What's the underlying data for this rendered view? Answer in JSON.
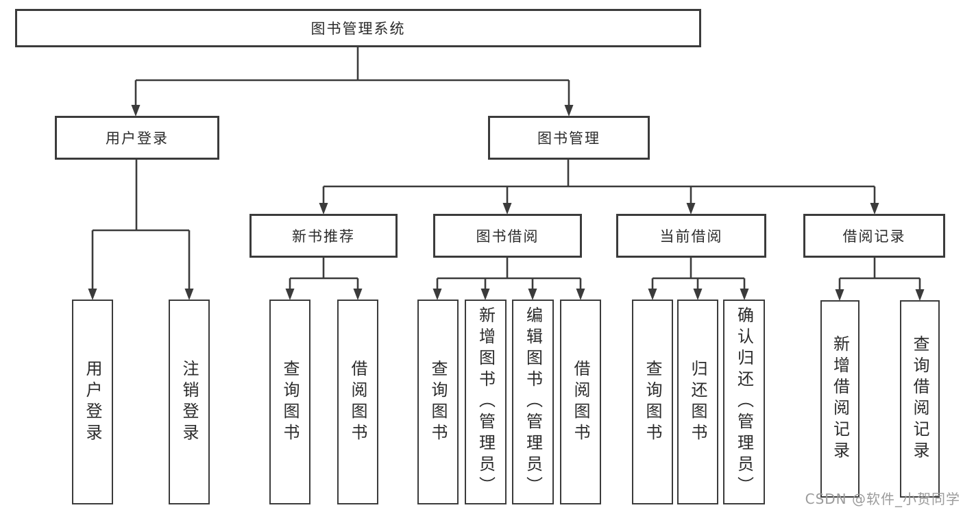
{
  "colors": {
    "line": "#3b3b3b",
    "text": "#2b2b2b",
    "node_fill": "#ffffff",
    "watermark": "#9b9b9b"
  },
  "nodes": {
    "root": {
      "label": "图书管理系统"
    },
    "user_login": {
      "label": "用户登录"
    },
    "book_mgmt": {
      "label": "图书管理"
    },
    "new_book_rec": {
      "label": "新书推荐"
    },
    "book_borrow": {
      "label": "图书借阅"
    },
    "current_borrow": {
      "label": "当前借阅"
    },
    "borrow_records": {
      "label": "借阅记录"
    },
    "leaf_user_login": {
      "label": "用户登录"
    },
    "leaf_logout": {
      "label": "注销登录"
    },
    "leaf_query_books_rec": {
      "label": "查询图书"
    },
    "leaf_borrow_books_rec": {
      "label": "借阅图书"
    },
    "leaf_query_books_borrow": {
      "label": "查询图书"
    },
    "leaf_add_books": {
      "label": "新增图书（管理员）"
    },
    "leaf_edit_books": {
      "label": "编辑图书（管理员）"
    },
    "leaf_borrow_books_borrow": {
      "label": "借阅图书"
    },
    "leaf_query_books_current": {
      "label": "查询图书"
    },
    "leaf_return_books": {
      "label": "归还图书"
    },
    "leaf_confirm_return": {
      "label": "确认归还（管理员）"
    },
    "leaf_add_borrow_record": {
      "label": "新增借阅记录"
    },
    "leaf_query_borrow_record": {
      "label": "查询借阅记录"
    }
  },
  "hierarchy": {
    "root": "root",
    "edges": [
      [
        "root",
        "user_login"
      ],
      [
        "root",
        "book_mgmt"
      ],
      [
        "user_login",
        "leaf_user_login"
      ],
      [
        "user_login",
        "leaf_logout"
      ],
      [
        "book_mgmt",
        "new_book_rec"
      ],
      [
        "book_mgmt",
        "book_borrow"
      ],
      [
        "book_mgmt",
        "current_borrow"
      ],
      [
        "book_mgmt",
        "borrow_records"
      ],
      [
        "new_book_rec",
        "leaf_query_books_rec"
      ],
      [
        "new_book_rec",
        "leaf_borrow_books_rec"
      ],
      [
        "book_borrow",
        "leaf_query_books_borrow"
      ],
      [
        "book_borrow",
        "leaf_add_books"
      ],
      [
        "book_borrow",
        "leaf_edit_books"
      ],
      [
        "book_borrow",
        "leaf_borrow_books_borrow"
      ],
      [
        "current_borrow",
        "leaf_query_books_current"
      ],
      [
        "current_borrow",
        "leaf_return_books"
      ],
      [
        "current_borrow",
        "leaf_confirm_return"
      ],
      [
        "borrow_records",
        "leaf_add_borrow_record"
      ],
      [
        "borrow_records",
        "leaf_query_borrow_record"
      ]
    ]
  },
  "watermark": {
    "text": "CSDN @软件_小贺同学"
  }
}
